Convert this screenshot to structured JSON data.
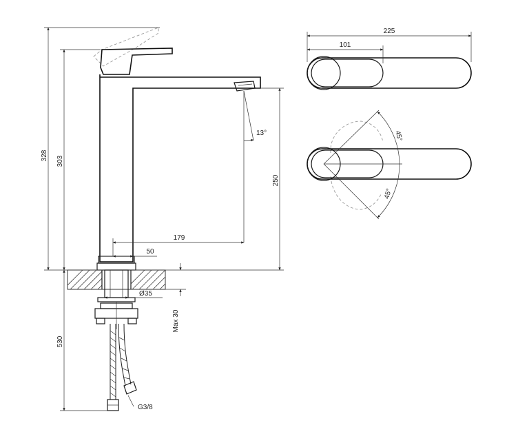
{
  "dimensions": {
    "total_height": "328",
    "body_height": "303",
    "spout_height": "250",
    "spout_reach": "179",
    "base_offset": "50",
    "spout_angle": "13°",
    "mounting_hole": "Ø35",
    "max_thickness": "Max 30",
    "hose_length": "530",
    "thread": "G3/8",
    "top_total_length": "225",
    "top_handle_length": "101",
    "rotation_angle_top": "45°",
    "rotation_angle_bottom": "45°"
  }
}
